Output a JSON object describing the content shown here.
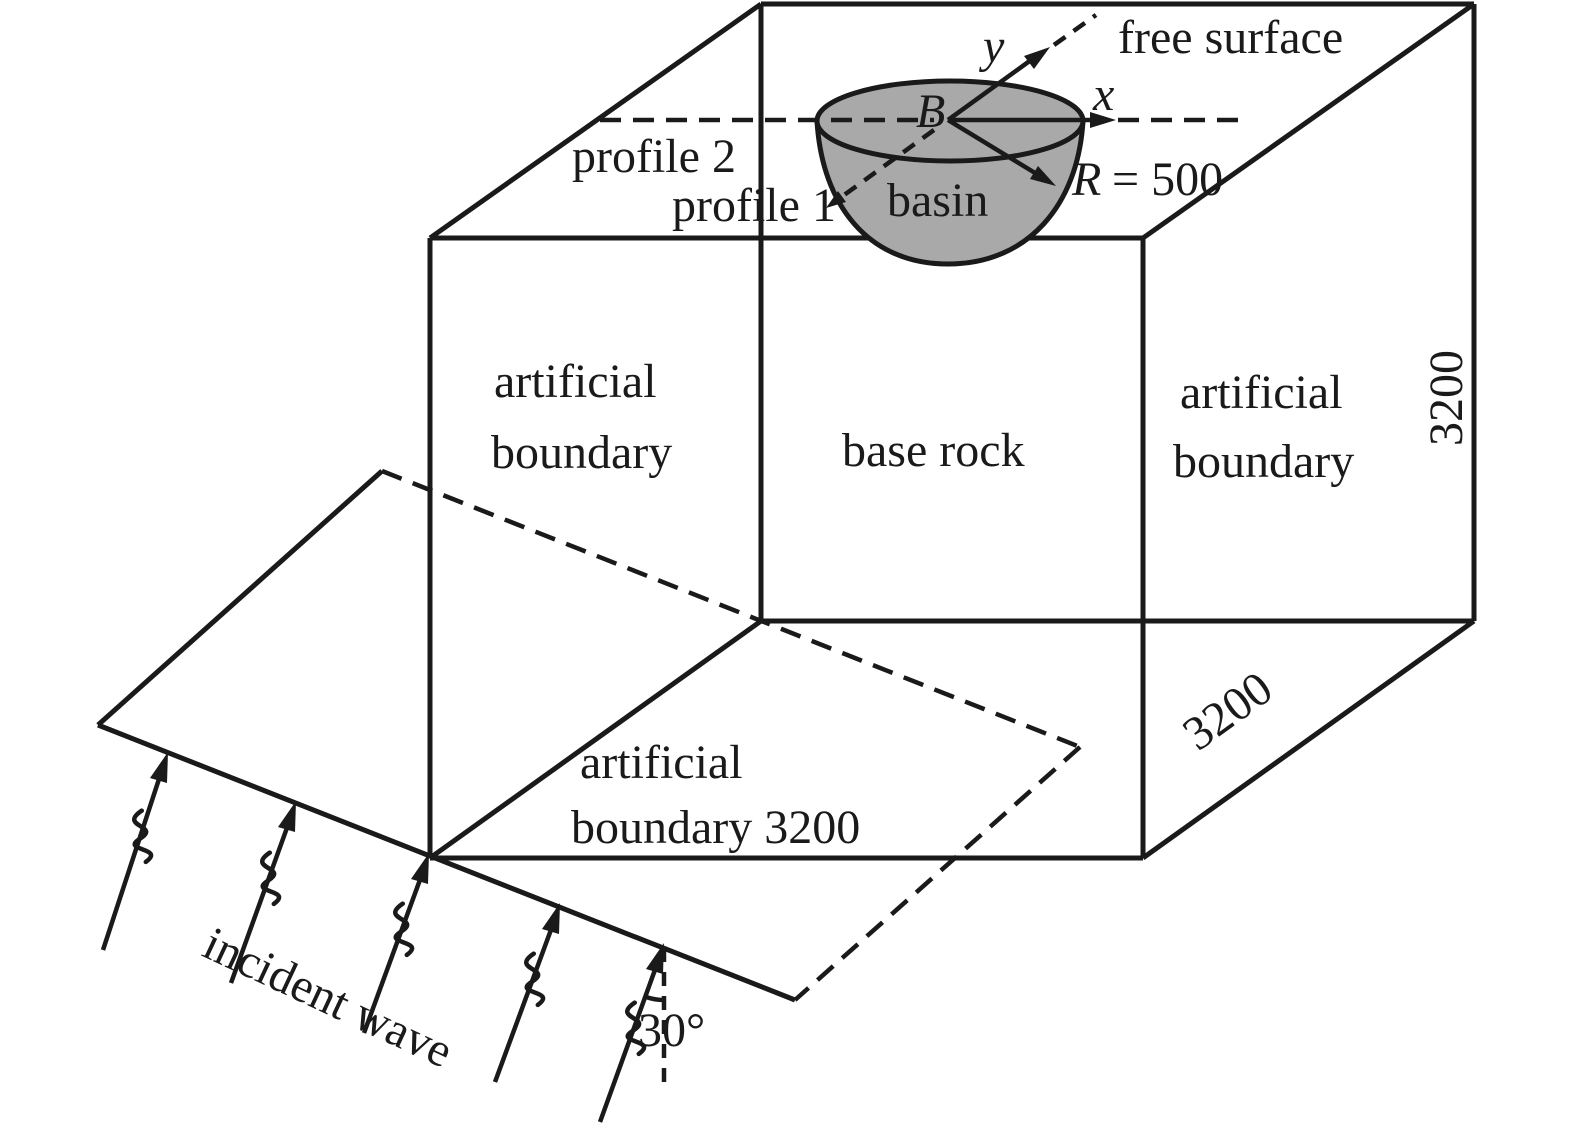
{
  "labels": {
    "free_surface": "free surface",
    "axis_y": "y",
    "axis_x": "x",
    "point_b": "B",
    "radius_symbol": "R",
    "radius_value": "= 500",
    "profile_2": "profile 2",
    "profile_1": "profile 1",
    "basin": "basin",
    "left_face_line1": "artificial",
    "left_face_line2": "boundary",
    "front_face": "base rock",
    "right_face_line1": "artificial",
    "right_face_line2": "boundary",
    "right_height_dim": "3200",
    "right_depth_dim": "3200",
    "bottom_plane_line1": "artificial",
    "bottom_plane_line2": "boundary 3200",
    "incident_wave": "incident wave",
    "incidence_angle": "30°"
  },
  "colors": {
    "line": "#1a1a1a",
    "basin_fill": "#a9a9a9",
    "background": "#ffffff"
  }
}
